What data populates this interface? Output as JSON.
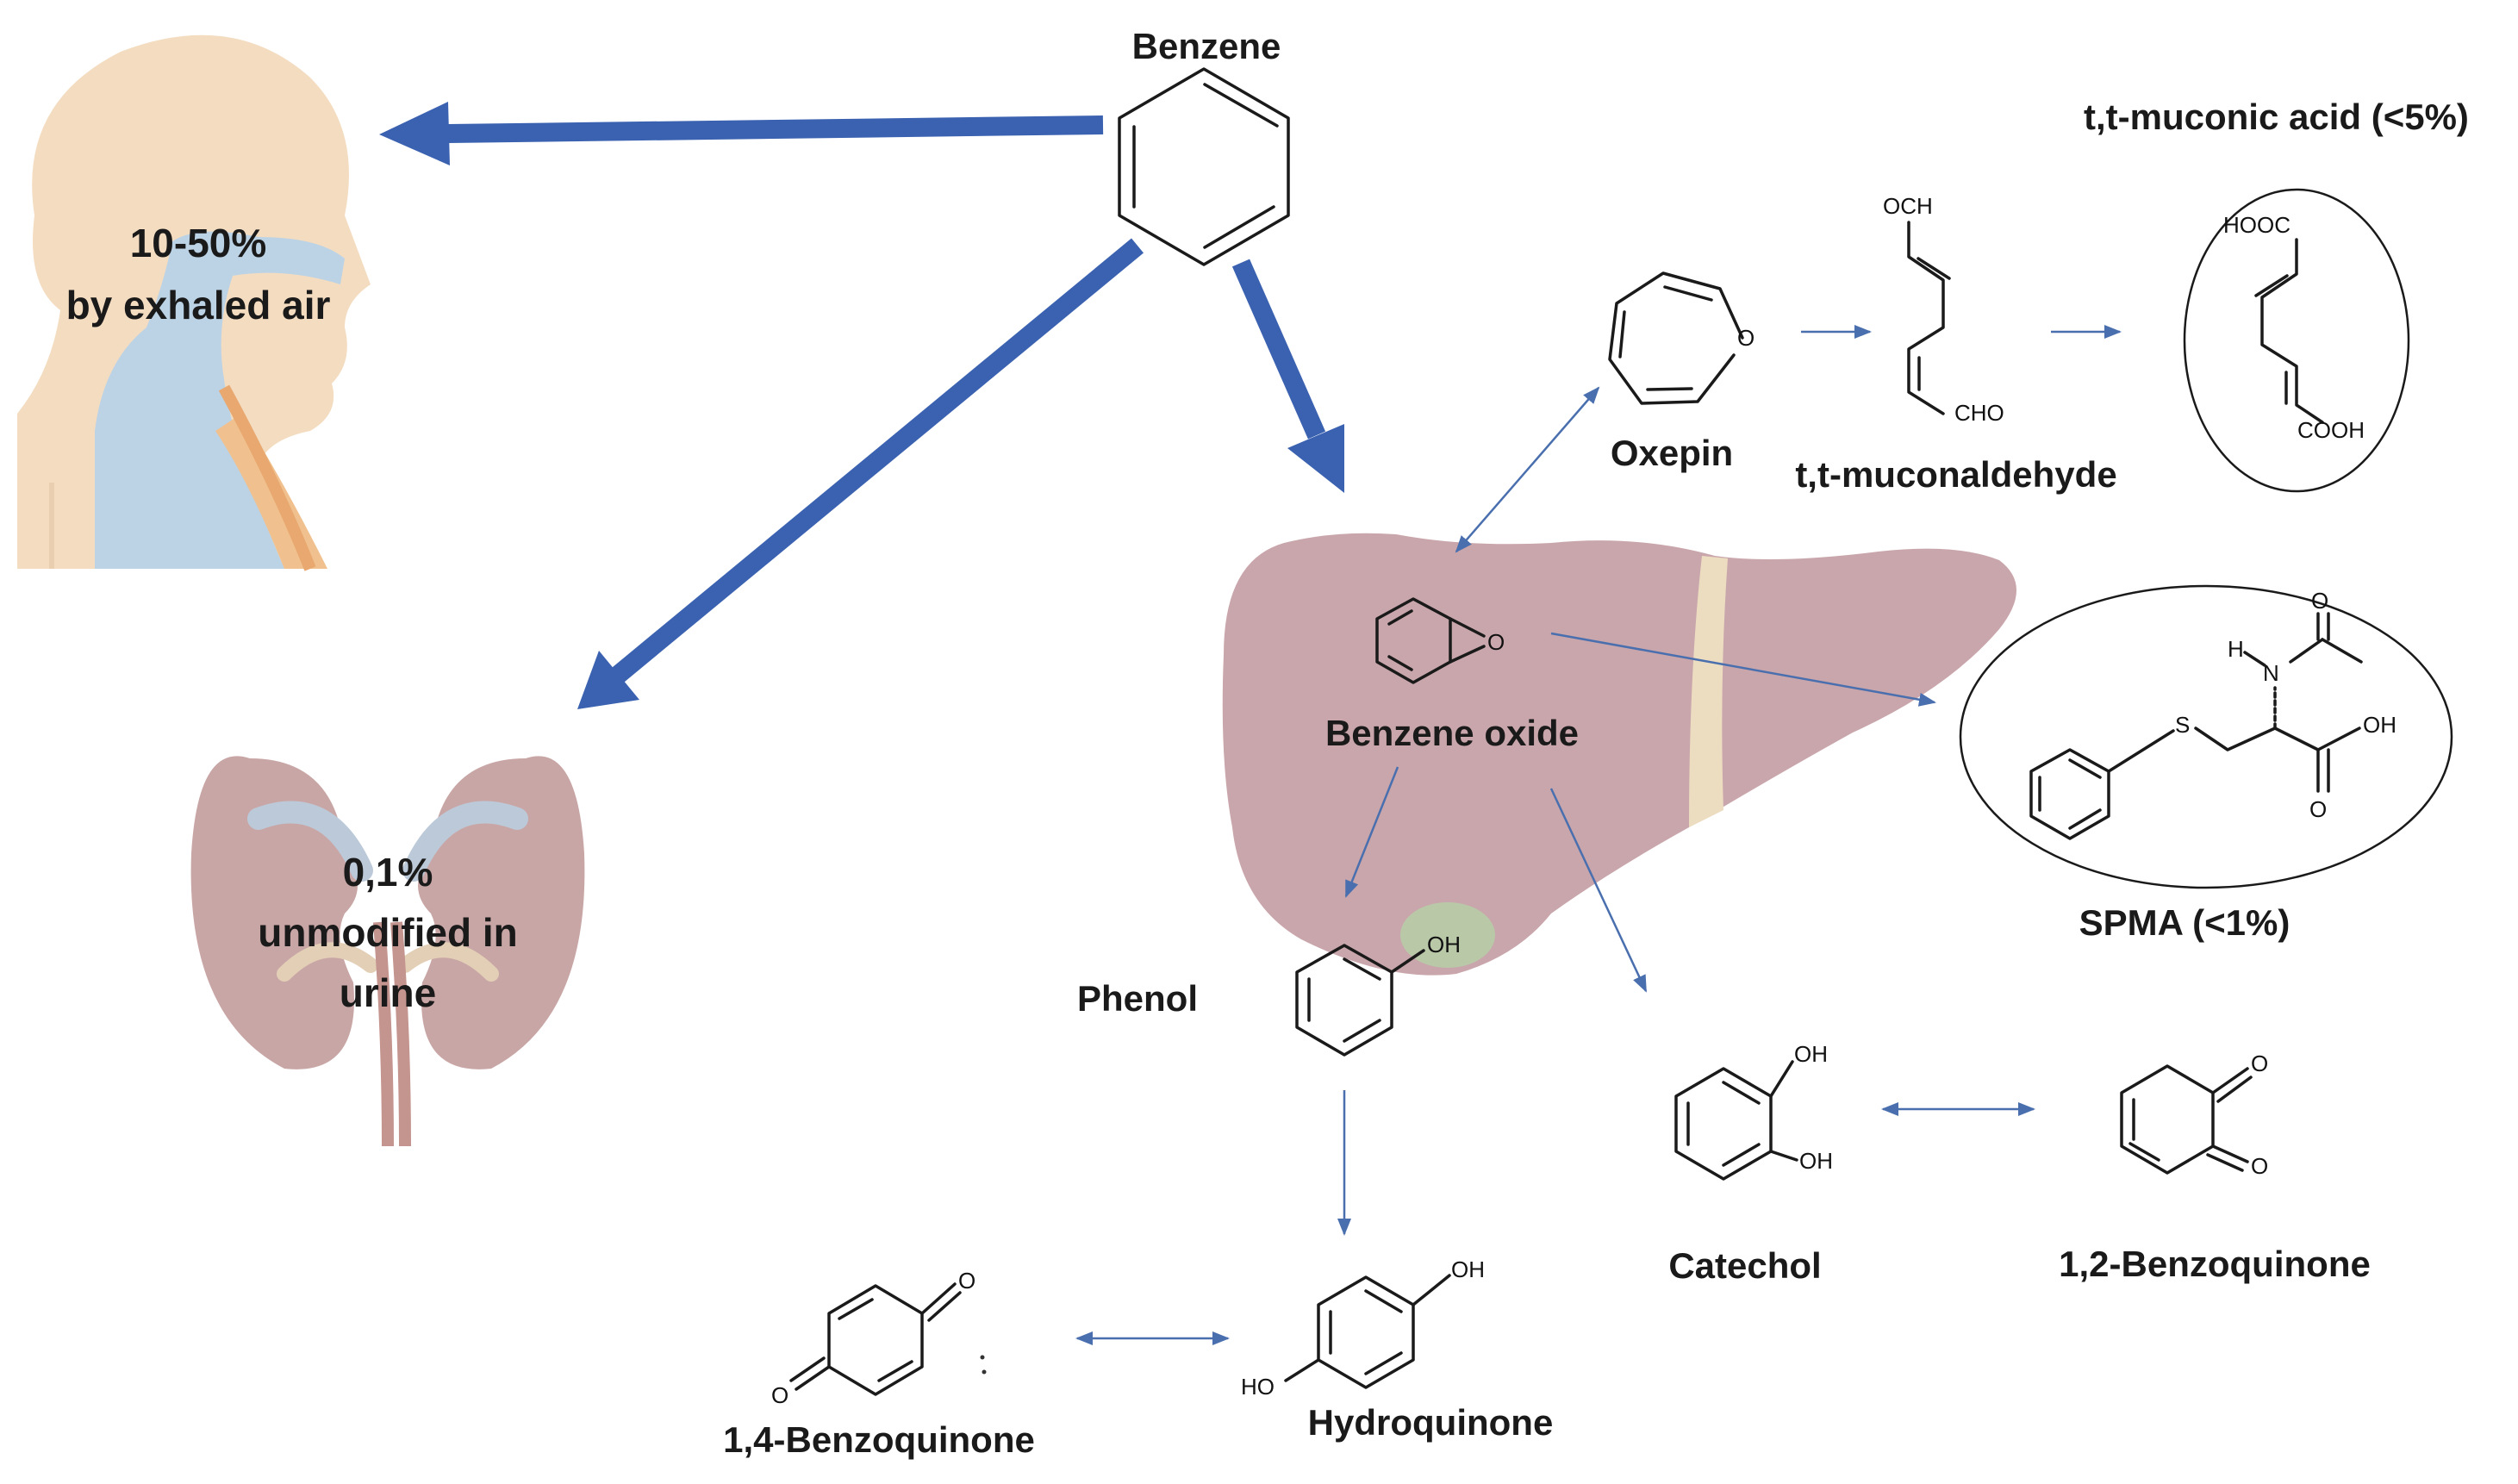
{
  "colors": {
    "thick_arrow": "#3b62b0",
    "thin_arrow": "#4a6fae",
    "liver": "#c9a6ab",
    "gallbladder": "#b9c9a8",
    "kidney": "#c9a6a6",
    "head_skin": "#f4dcc0",
    "airway": "#bcd3e6"
  },
  "labels": {
    "benzene": "Benzene",
    "exhaled_pct": "10-50%",
    "exhaled_text": "by exhaled air",
    "urine_pct": "0,1%",
    "urine_line1": "unmodified in",
    "urine_line2": "urine",
    "oxepin": "Oxepin",
    "muconaldehyde": "t,t-muconaldehyde",
    "muconic_acid": "t,t-muconic  acid (<5%)",
    "benzene_oxide": "Benzene oxide",
    "spma": "SPMA (<1%)",
    "phenol": "Phenol",
    "catechol": "Catechol",
    "benzoquinone_12": "1,2-Benzoquinone",
    "benzoquinone_14": "1,4-Benzoquinone",
    "hydroquinone": "Hydroquinone"
  },
  "atoms": {
    "och": "OCH",
    "cho": "CHO",
    "hooc": "HOOC",
    "cooh": "COOH",
    "o": "O",
    "oh": "OH",
    "ho": "HO",
    "h": "H",
    "n": "N",
    "s": "S"
  },
  "icons": [
    "human-head-icon",
    "kidney-icon",
    "liver-icon"
  ]
}
